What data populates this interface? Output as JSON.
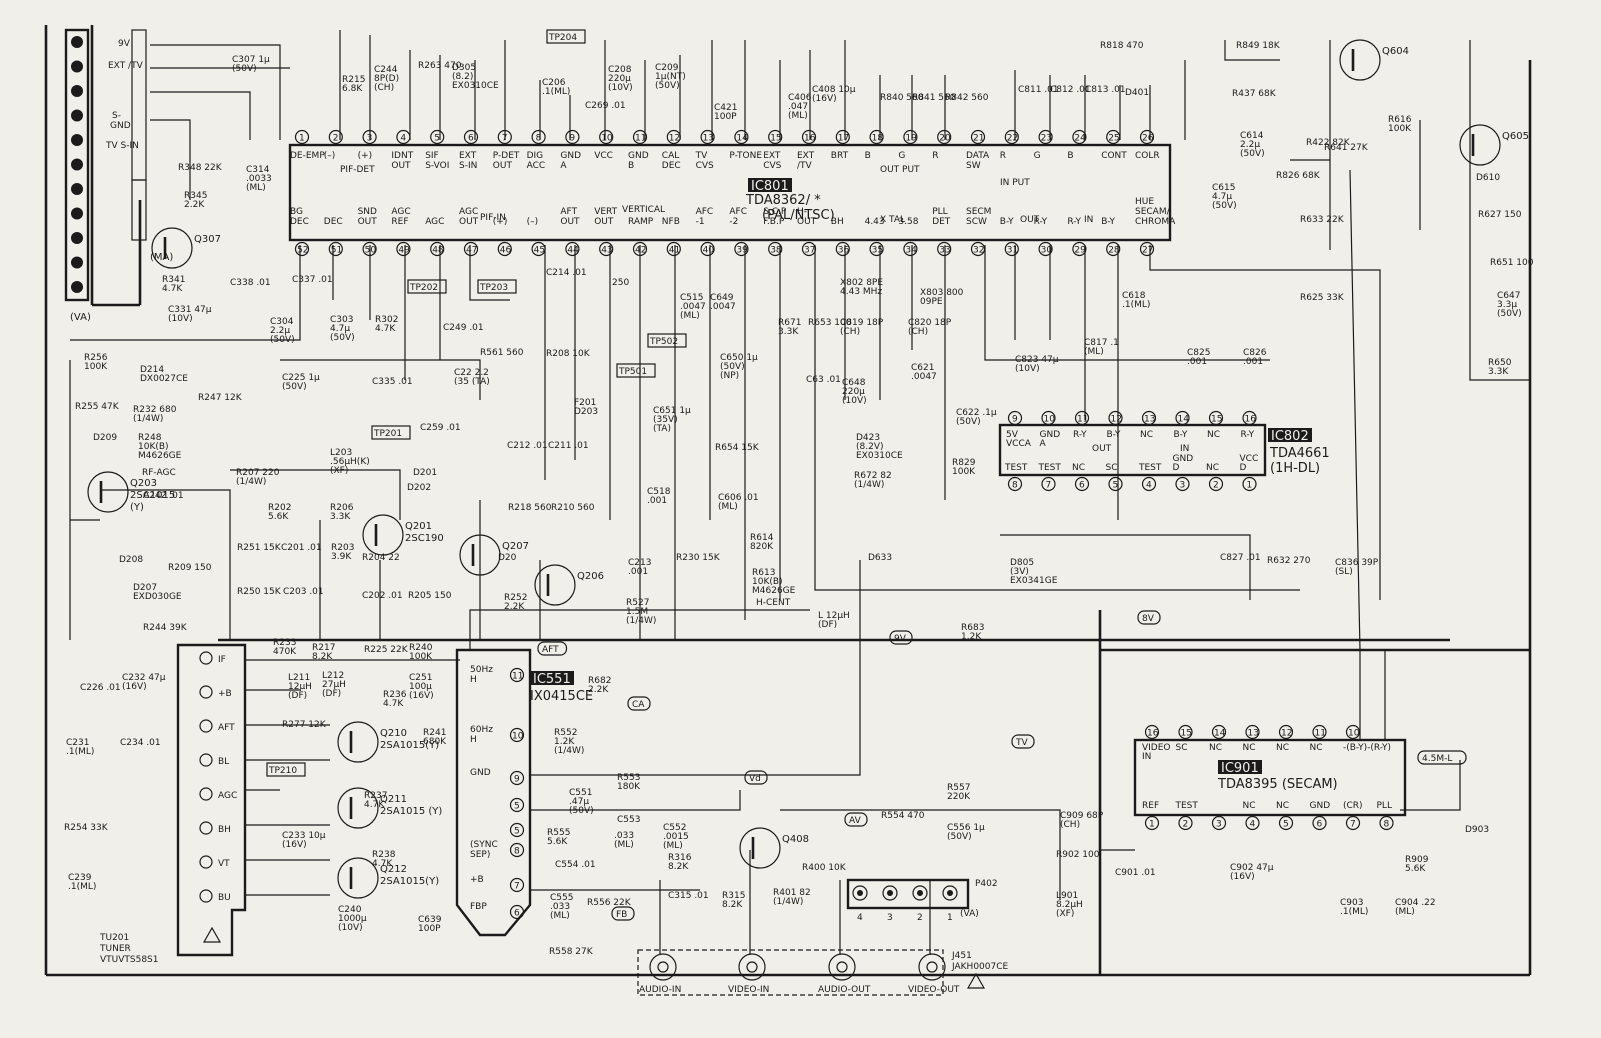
{
  "ic801": {
    "tag": "IC801",
    "part": "TDA8362/ *",
    "variant": "(PAL/NTSC)",
    "top_pins": [
      "DE-EMP",
      "(–)",
      "(+)",
      "IDNT OUT",
      "SIF S-VOI",
      "EXT S-IN",
      "P-DET OUT",
      "DIG ACC",
      "GND A",
      "VCC",
      "GND B",
      "CAL DEC",
      "TV CVS",
      "P-TONE",
      "EXT CVS",
      "EXT /TV",
      "BRT",
      "B",
      "G",
      "R",
      "DATA SW",
      "R",
      "G",
      "B",
      "CONT",
      "COLR"
    ],
    "top_group_pif": "PIF-DET",
    "top_group_out": "OUT PUT",
    "top_group_in": "IN PUT",
    "bottom_pins": [
      "BG DEC",
      "DEC",
      "SND OUT",
      "AGC REF",
      "AGC",
      "AGC OUT",
      "(+)",
      "(–)",
      "AFT OUT",
      "VERT OUT",
      "RAMP",
      "NFB",
      "AFC -1",
      "AFC -2",
      "S.C.P F.B.P",
      "H- OUT",
      "BH",
      "4.43",
      "3.58",
      "PLL DET",
      "SECM SCW",
      "B-Y",
      "R-Y",
      "R-Y",
      "B-Y",
      "HUE SECAM/ CHROMA"
    ],
    "bottom_group_pif": "PIF-IN",
    "bottom_group_vert": "VERTICAL",
    "bottom_group_xtal": "X TAL",
    "bottom_group_out": "OUT",
    "bottom_group_in": "IN"
  },
  "ic802": {
    "tag": "IC802",
    "part": "TDA4661",
    "variant": "(1H-DL)",
    "top_pins": [
      "5V VCCA",
      "GND A",
      "R-Y",
      "B-Y",
      "NC",
      "B-Y",
      "NC",
      "R-Y"
    ],
    "top_group_out": "OUT",
    "top_group_in": "IN",
    "bottom_pins": [
      "TEST",
      "TEST",
      "NC",
      "SC",
      "TEST",
      "GND D",
      "NC",
      "VCC D"
    ]
  },
  "ic901": {
    "tag": "IC901",
    "part": "TDA8395 (SECAM)",
    "top_pins": [
      "VIDEO IN",
      "SC",
      "NC",
      "NC",
      "NC",
      "NC",
      "-(B-Y)-(R-Y)"
    ],
    "bottom_pins": [
      "REF",
      "TEST",
      "",
      "NC",
      "NC",
      "GND",
      "(CR)",
      "PLL"
    ]
  },
  "ic551": {
    "tag": "IC551",
    "part": "IX0415CE",
    "pins": [
      "50Hz H",
      "60Hz H",
      "GND",
      "(SYNC SEP)",
      "+B",
      "FBP"
    ]
  },
  "tuner": {
    "name": "TU201",
    "line1": "TUNER",
    "line2": "VTUVTS58S1",
    "pins": [
      "IF",
      "+B",
      "AFT",
      "BL",
      "AGC",
      "BH",
      "VT",
      "BU"
    ]
  },
  "connector_va": {
    "name": "(VA)",
    "ma_label": "(MA)",
    "labels": [
      "9V",
      "EXT /TV",
      "GND",
      "S-",
      "TV S-IN"
    ]
  },
  "jack_j451": {
    "name": "J451",
    "part": "JAKH0007CE",
    "labels": [
      "AUDIO-IN",
      "VIDEO-IN",
      "AUDIO-OUT",
      "VIDEO-OUT"
    ]
  },
  "p402": {
    "name": "P402",
    "sub": "(VA)"
  },
  "transistors": [
    {
      "name": "Q203",
      "part": "2SA1015",
      "sub": "(Y)"
    },
    {
      "name": "Q201",
      "part": "2SC190"
    },
    {
      "name": "Q207"
    },
    {
      "name": "Q206"
    },
    {
      "name": "Q210",
      "part": "2SA1015(Y)"
    },
    {
      "name": "Q211",
      "part": "2SA1015 (Y)"
    },
    {
      "name": "Q212",
      "part": "2SA1015(Y)"
    },
    {
      "name": "Q307"
    },
    {
      "name": "Q408"
    },
    {
      "name": "Q604"
    },
    {
      "name": "Q605"
    }
  ],
  "test_points": [
    "TP204",
    "TP201",
    "TP202",
    "TP203",
    "TP210",
    "TP501",
    "TP502"
  ],
  "signals": [
    "9V",
    "8V",
    "AFT",
    "CA",
    "AV",
    "Vd",
    "FB",
    "TV",
    "4.5M-L"
  ],
  "components": [
    "C307 1μ (50V)",
    "R215 6.8K",
    "C244 8P(D) (CH)",
    "R263 470",
    "D305 (8.2) EX0310CE",
    "C206 .1(ML)",
    "C208 220μ (10V)",
    "C209 1μ(NT) (50V)",
    "C269 .01",
    "C421 100P",
    "C406 .047 (ML)",
    "C408 10μ (16V)",
    "R818 470",
    "R840 560",
    "R841 560",
    "R842 560",
    "C811 .01",
    "C812 .01",
    "C813 .01",
    "D401",
    "R437 68K",
    "R849 18K",
    "C614 2.2μ (50V)",
    "C615 4.7μ (50V)",
    "R422 82K",
    "R826 68K",
    "R641 27K",
    "R616 100K",
    "C314 .0033 (ML)",
    "R348 22K",
    "R345 2.2K",
    "R341 4.7K",
    "C331 47μ (10V)",
    "C338 .01",
    "C337 .01",
    "C304 2.2μ (50V)",
    "C303 4.7μ (50V)",
    "R302 4.7K",
    "C249 .01",
    "C22 2.2 (35 (TA)",
    "R561 560",
    "R208 10K",
    "C214 .01",
    "250",
    "C515 .0047 (ML)",
    "C649 .0047",
    "R671 3.3K",
    "R653 100",
    "C819 18P (CH)",
    "C820 18P (CH)",
    "X802 8PE 4.43 MHz",
    "X803 800 09PE",
    "C618 .1(ML)",
    "R633 22K",
    "R625 33K",
    "R256 100K",
    "D214 DX0027CE",
    "R255 47K",
    "R232 680 (1/4W)",
    "R247 12K",
    "C225 1μ (50V)",
    "C335 .01",
    "C259 .01",
    "R248 10K(B) M4626GE",
    "RF-AGC",
    "C242 .01",
    "D209",
    "L203 .56μH(K) (XF)",
    "D201",
    "D202",
    "F201 D203",
    "C650 1μ (50V) (NP)",
    "C651 1μ (35V) (TA)",
    "C63 .01",
    "C648 220μ (10V)",
    "D423 (8.2V) EX0310CE",
    "C621 .0047",
    "C622 .1μ (50V)",
    "R829 100K",
    "C823 47μ (10V)",
    "C817 .1 (ML)",
    "C825 .001",
    "C826 .001",
    "R207 220 (1/4W)",
    "R202 5.6K",
    "R206 3.3K",
    "C212 .01",
    "C211 .01",
    "R218 560",
    "R210 560",
    "R654 15K",
    "C606 .01 (ML)",
    "C518 .001",
    "R672 82 (1/4W)",
    "D208",
    "D207 EXD030GE",
    "R209 150",
    "R251 15K",
    "C201 .01",
    "R203 3.9K",
    "R204 22",
    "D20",
    "R230 15K",
    "R614 820K",
    "D633",
    "D805 (3V) EX0341GE",
    "C827 .01",
    "R632 270",
    "C836 39P (SL)",
    "R250 15K",
    "C203 .01",
    "C202 .01",
    "R205 150",
    "R252 2.2K",
    "C213 .001",
    "R527 1.5M (1/4W)",
    "R613 10K(B) M4626GE",
    "H-CENT",
    "R683 1.2K",
    "L 12μH (DF)",
    "R244 39K",
    "C226 .01",
    "C232 47μ (16V)",
    "R233 470K",
    "R217 8.2K",
    "R225 22K",
    "R240 100K",
    "C251 100μ (16V)",
    "L211 12μH (DF)",
    "L212 27μH (DF)",
    "R236 4.7K",
    "R682 2.2K",
    "R277 12K",
    "C231 .1(ML)",
    "C234 .01",
    "R241 680K",
    "R552 1.2K (1/4W)",
    "R237 4.7K",
    "R254 33K",
    "C233 10μ (16V)",
    "R238 4.7K",
    "C239 .1(ML)",
    "C240 1000μ (10V)",
    "C639 100P",
    "R558 27K",
    "R553 180K",
    "C551 .47μ (50V)",
    "C553",
    "R555 5.6K",
    ".033 (ML)",
    "C552 .0015 (ML)",
    "C554 .01",
    "R316 8.2K",
    "C315 .01",
    "C555 .033 (ML)",
    "R556 22K",
    "R315 8.2K",
    "R401 82 (1/4W)",
    "R400 10K",
    "R554 470",
    "R557 220K",
    "C556 1μ (50V)",
    "C909 68P (CH)",
    "R902 100",
    "L901 8.2μH (XF)",
    "C901 .01",
    "C902 47μ (16V)",
    "C903 .1(ML)",
    "C904 .22 (ML)",
    "R909 5.6K",
    "D903",
    "R650 3.3K",
    "R651 100",
    "C647 3.3μ (50V)",
    "R627 150",
    "D610"
  ]
}
